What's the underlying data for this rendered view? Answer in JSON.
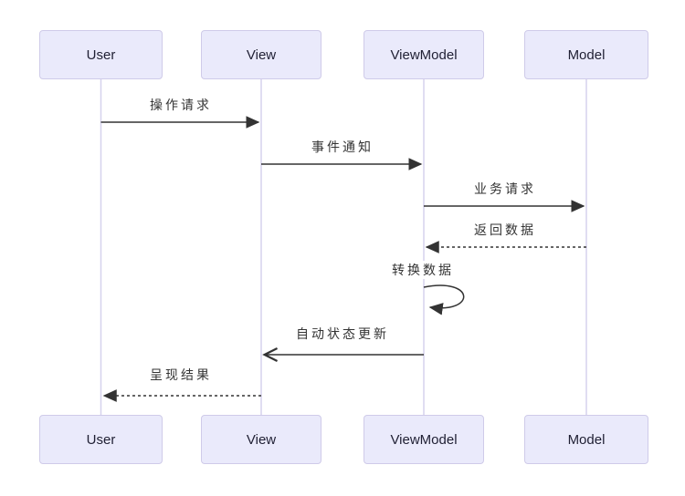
{
  "diagram": {
    "type": "sequence-diagram",
    "colors": {
      "background": "#ffffff",
      "actor_fill": "#eaeafb",
      "actor_border": "#cfcbe9",
      "lifeline": "#d6d2ee",
      "arrow": "#333333",
      "text": "#333333"
    },
    "actors": [
      {
        "id": "user",
        "label": "User"
      },
      {
        "id": "view",
        "label": "View"
      },
      {
        "id": "viewmodel",
        "label": "ViewModel"
      },
      {
        "id": "model",
        "label": "Model"
      }
    ],
    "messages": [
      {
        "label": "操作请求",
        "from": "User",
        "to": "View",
        "line": "solid",
        "head": "filled"
      },
      {
        "label": "事件通知",
        "from": "View",
        "to": "ViewModel",
        "line": "solid",
        "head": "filled"
      },
      {
        "label": "业务请求",
        "from": "ViewModel",
        "to": "Model",
        "line": "solid",
        "head": "filled"
      },
      {
        "label": "返回数据",
        "from": "Model",
        "to": "ViewModel",
        "line": "dashed",
        "head": "filled"
      },
      {
        "label": "转换数据",
        "from": "ViewModel",
        "to": "ViewModel",
        "line": "solid",
        "head": "filled",
        "self": true
      },
      {
        "label": "自动状态更新",
        "from": "ViewModel",
        "to": "View",
        "line": "solid",
        "head": "open"
      },
      {
        "label": "呈现结果",
        "from": "View",
        "to": "User",
        "line": "dashed",
        "head": "filled"
      }
    ]
  }
}
